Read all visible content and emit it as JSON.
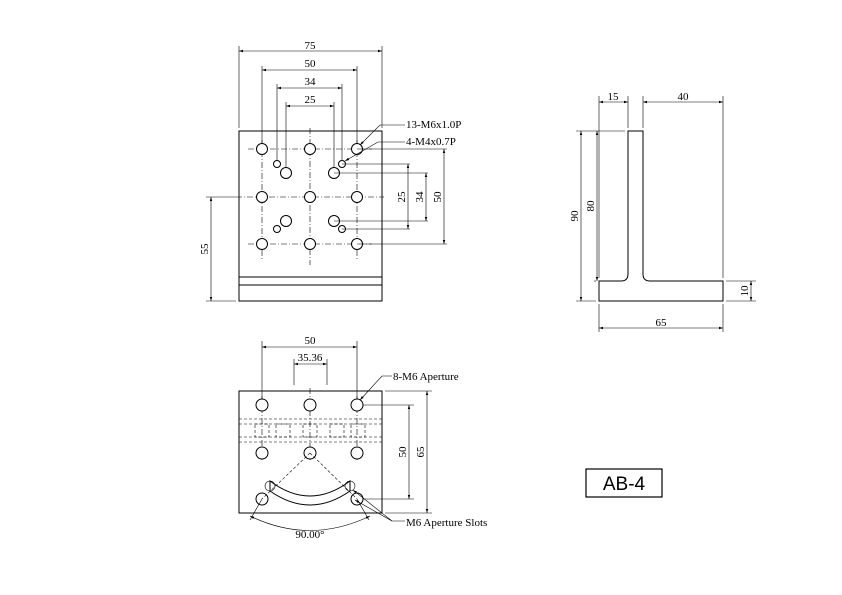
{
  "top_view": {
    "dims": {
      "w75": "75",
      "w50": "50",
      "w34": "34",
      "w25": "25",
      "h55": "55",
      "h25": "25",
      "h34": "34",
      "h50": "50"
    },
    "callouts": {
      "m6": "13-M6x1.0P",
      "m4": "4-M4x0.7P"
    }
  },
  "side_view": {
    "dims": {
      "w15": "15",
      "w40": "40",
      "h90": "90",
      "h80": "80",
      "h10": "10",
      "w65": "65"
    }
  },
  "bottom_view": {
    "dims": {
      "w50": "50",
      "w3536": "35.36",
      "h50": "50",
      "h65": "65",
      "angle": "90.00°"
    },
    "callouts": {
      "aperture": "8-M6 Aperture",
      "slots": "M6 Aperture Slots"
    }
  },
  "model_tag": "AB-4"
}
